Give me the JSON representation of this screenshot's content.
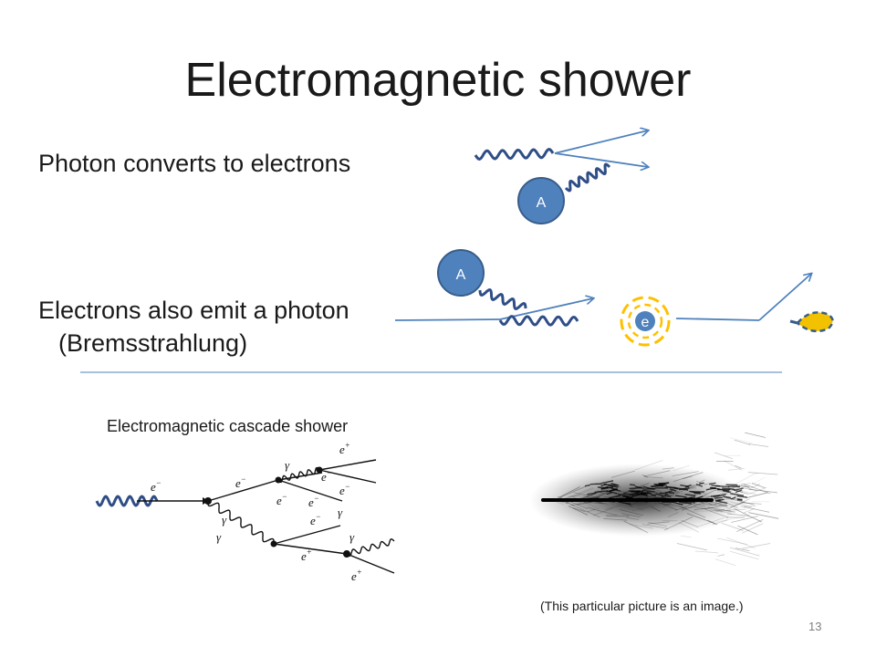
{
  "slide": {
    "title": "Electromagnetic shower",
    "bullets": [
      "Photon converts to electrons",
      "Electrons also emit a photon",
      "(Bremsstrahlung)"
    ],
    "cascade_label": "Electromagnetic cascade shower",
    "caption": "(This particular picture is an image.)",
    "page_number": "13"
  },
  "diagram": {
    "nucleus_label": "A",
    "electron_label": "e",
    "cascade_labels": {
      "e_minus": "e",
      "e_plus": "e",
      "gamma": "γ",
      "minus": "−",
      "plus": "+"
    }
  },
  "colors": {
    "arrow_blue": "#4f81bd",
    "wave_navy": "#2f4e87",
    "nucleus_fill": "#4f81bd",
    "nucleus_stroke": "#385d8a",
    "electron_orbit": "#ffc000",
    "bird_fill": "#f2c200",
    "divider": "#4f81bd"
  }
}
